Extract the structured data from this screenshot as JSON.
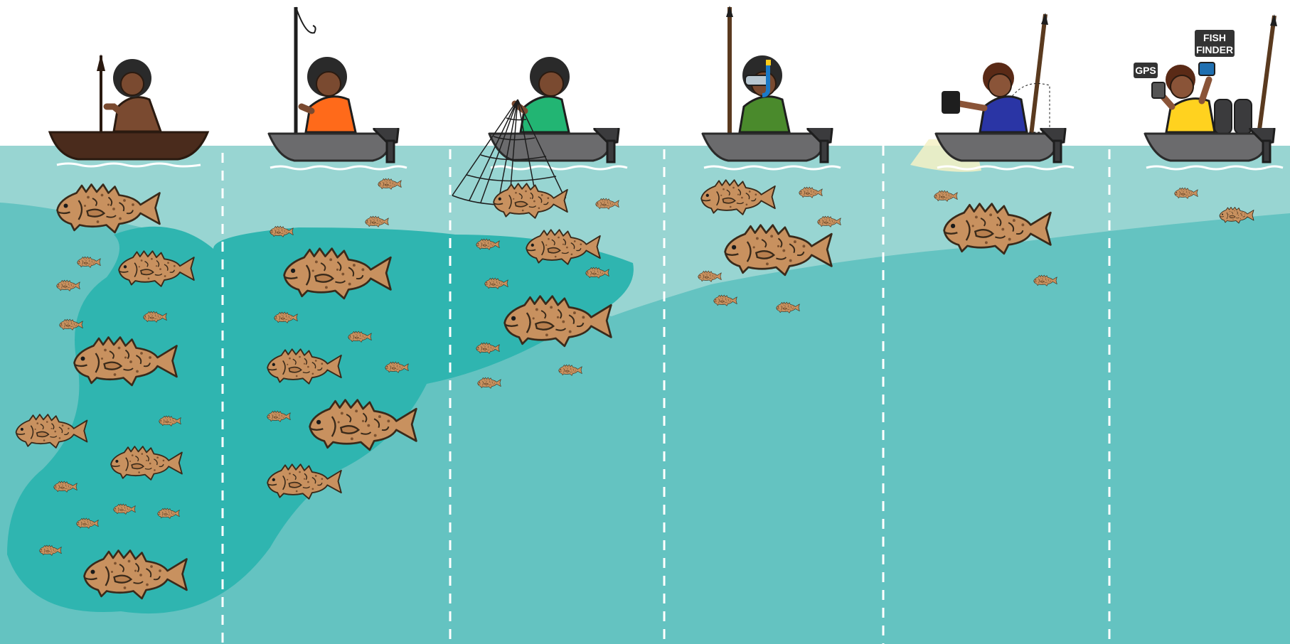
{
  "colors": {
    "sky": "#ffffff",
    "water_light": "#98d5d2",
    "water_mid": "#64c3c1",
    "water_deep": "#2fb5b0",
    "fish_body": "#c8915f",
    "fish_outline": "#3a2a1a",
    "boat_gray": "#6b6b6d",
    "canoe_brown": "#4a2b1c",
    "divider": "#ffffff",
    "light_beam": "#f5f1c6",
    "label_bg": "#333333"
  },
  "panels": [
    {
      "era": "canoe-spear",
      "shirt": "none",
      "skin": "#7a4a30",
      "boat": "canoe",
      "tool": "spear"
    },
    {
      "era": "boat-line",
      "shirt": "#ff6a1a",
      "skin": "#7a4a30",
      "boat": "motor",
      "tool": "fishing-rod"
    },
    {
      "era": "boat-net",
      "shirt": "#22b573",
      "skin": "#7a4a30",
      "boat": "motor",
      "tool": "cast-net"
    },
    {
      "era": "boat-snorkel-spear",
      "shirt": "#4a8a2c",
      "skin": "#7a4a30",
      "boat": "motor",
      "tool": "spear-snorkel"
    },
    {
      "era": "boat-torch",
      "shirt": "#2a35a5",
      "skin": "#8a5438",
      "boat": "motor",
      "tool": "torch-spear-net"
    },
    {
      "era": "boat-electronics",
      "shirt": "#ffd21f",
      "skin": "#8a5438",
      "boat": "motor",
      "tool": "gps-fishfinder-spear-scuba"
    }
  ],
  "labels": {
    "gps": "GPS",
    "fish_finder_line1": "FISH",
    "fish_finder_line2": "FINDER"
  }
}
